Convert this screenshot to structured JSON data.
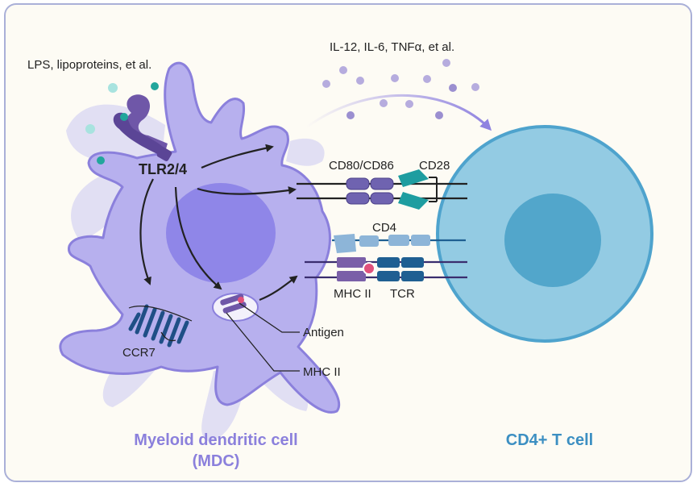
{
  "labels": {
    "ligands": "LPS, lipoproteins, et al.",
    "cytokines": "IL-12, IL-6, TNFα, et al.",
    "receptor": "TLR2/4",
    "costim_mdc": "CD80/CD86",
    "costim_t": "CD28",
    "coreceptor": "CD4",
    "mhc_surface": "MHC II",
    "tcr": "TCR",
    "ccr7": "CCR7",
    "antigen": "Antigen",
    "mhc_inner": "MHC II"
  },
  "cells": {
    "mdc_line1": "Myeloid dendritic cell",
    "mdc_line2": "(MDC)",
    "tcell": "CD4+ T cell"
  },
  "colors": {
    "background": "#fdfbf4",
    "frame": "#aab0d8",
    "mdc_body": "#b7b0ee",
    "mdc_outline": "#8b80dc",
    "mdc_nucleus": "#8f86e8",
    "mdc_halo": "#dedcf3",
    "mdc_title": "#8b80dc",
    "tcell_body": "#93cbe3",
    "tcell_outline": "#4ea3cd",
    "tcell_nucleus": "#52a6cb",
    "tcell_title": "#3c8fc2",
    "cytokine": "#b6acde",
    "ligand": "#5cc7c0",
    "arrow": "#222222",
    "receptor": "#6f57a8",
    "teal": "#1e9da0",
    "navy": "#1f5f92",
    "pink": "#e0517c"
  }
}
